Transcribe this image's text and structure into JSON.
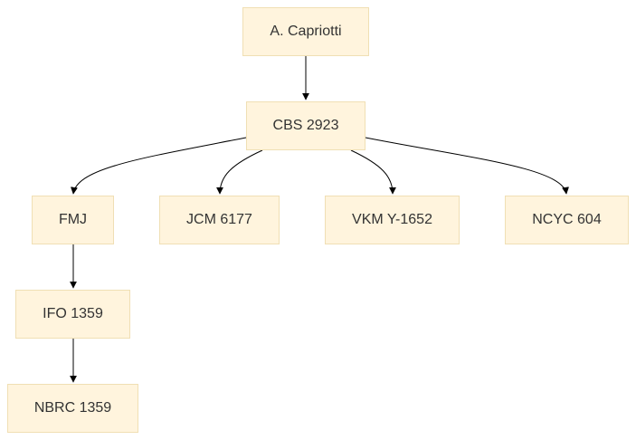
{
  "diagram": {
    "nodes": {
      "root": "A. Capriotti",
      "cbs": "CBS 2923",
      "fmj": "FMJ",
      "jcm": "JCM 6177",
      "vkm": "VKM Y-1652",
      "ncyc": "NCYC 604",
      "ifo": "IFO 1359",
      "nbrc": "NBRC 1359"
    },
    "edges": [
      {
        "from": "root",
        "to": "cbs"
      },
      {
        "from": "cbs",
        "to": "fmj"
      },
      {
        "from": "cbs",
        "to": "jcm"
      },
      {
        "from": "cbs",
        "to": "vkm"
      },
      {
        "from": "cbs",
        "to": "ncyc"
      },
      {
        "from": "fmj",
        "to": "ifo"
      },
      {
        "from": "ifo",
        "to": "nbrc"
      }
    ],
    "colors": {
      "node_fill": "#fff4dd",
      "node_border": "#f0dfb4",
      "edge": "#000000",
      "text": "#333333"
    }
  }
}
